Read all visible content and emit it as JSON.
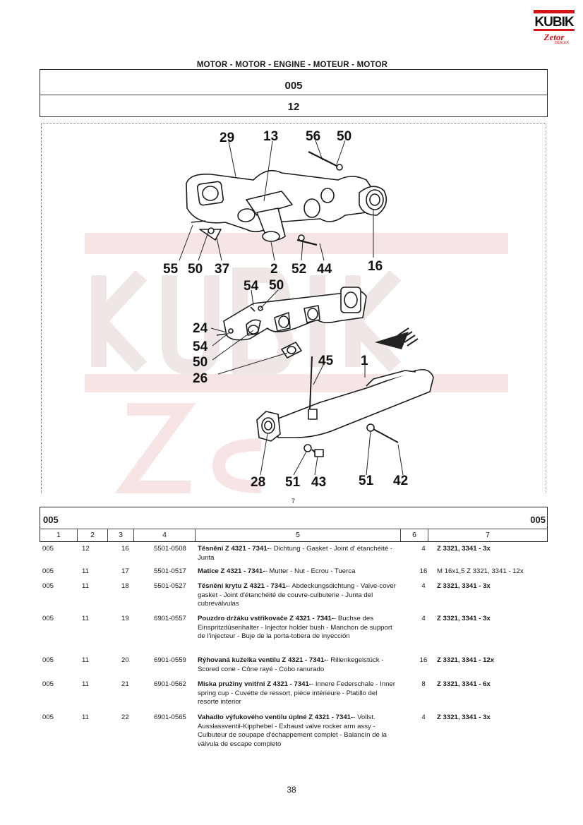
{
  "logo": {
    "brand": "KUBIK",
    "subbrand": "Zetor",
    "tagline": "DEALER"
  },
  "heading": "MOTOR - MOTOR - ENGINE - MOTEUR - MOTOR",
  "group_code": "005",
  "subgroup_code": "12",
  "figure_note": "7",
  "callouts": {
    "c29": "29",
    "c13": "13",
    "c56": "56",
    "c50a": "50",
    "c55": "55",
    "c50b": "50",
    "c37": "37",
    "c2": "2",
    "c52": "52",
    "c44": "44",
    "c16": "16",
    "c54a": "54",
    "c50c": "50",
    "c24": "24",
    "c54b": "54",
    "c50d": "50",
    "c26": "26",
    "c45": "45",
    "c1": "1",
    "c28": "28",
    "c51a": "51",
    "c43": "43",
    "c51b": "51",
    "c42": "42"
  },
  "table": {
    "group_left": "005",
    "group_right": "005",
    "columns": [
      "1",
      "2",
      "3",
      "4",
      "5",
      "6",
      "7"
    ],
    "rows": [
      {
        "c1": "005",
        "c2": "12",
        "c3": "16",
        "c4": "5501-0508",
        "name": "Těsnění Z 4321 - 7341-",
        "desc": "- Dichtung - Gasket - Joint d' étanchéité - Junta",
        "qty": "4",
        "note": "Z 3321, 3341 - 3x"
      },
      {
        "c1": "005",
        "c2": "11",
        "c3": "17",
        "c4": "5501-0517",
        "name": "Matice Z 4321 - 7341-",
        "desc": "- Mutter - Nut - Ecrou - Tuerca",
        "qty": "16",
        "note": "M 16x1,5  Z 3321, 3341 - 12x"
      },
      {
        "c1": "005",
        "c2": "11",
        "c3": "18",
        "c4": "5501-0527",
        "name": "Těsnění krytu Z 4321 - 7341-",
        "desc": "- Abdeckungsdichtung - Valve-cover gasket - Joint d'étanchéité de couvre-culbuterie - Junta del cubreválvulas",
        "qty": "4",
        "note": "Z 3321, 3341 - 3x"
      },
      {
        "c1": "005",
        "c2": "11",
        "c3": "19",
        "c4": "6901-0557",
        "name": "Pouzdro držáku vstřikovače Z 4321 - 7341-",
        "desc": "- Buchse des Einspritzdüsenhalter - Injector holder bush - Manchon de support de l'injecteur - Buje de la porta-tobera de inyección",
        "qty": "4",
        "note": "Z 3321, 3341 - 3x"
      },
      {
        "c1": "005",
        "c2": "11",
        "c3": "20",
        "c4": "6901-0559",
        "name": "Rýhovaná kuželka ventilu Z 4321 - 7341-",
        "desc": "- Rillenkegelstück - Scored cone - Cône rayé - Cobo ranurado",
        "qty": "16",
        "note": "Z 3321, 3341 - 12x"
      },
      {
        "c1": "005",
        "c2": "11",
        "c3": "21",
        "c4": "6901-0562",
        "name": "Miska pružiny vnitřní Z 4321 - 7341-",
        "desc": "- Innere Federschale - Inner spring cup - Cuvette de ressort, pièce intérieure - Platillo del resorte interior",
        "qty": "8",
        "note": "Z 3321, 3341 - 6x"
      },
      {
        "c1": "005",
        "c2": "11",
        "c3": "22",
        "c4": "6901-0565",
        "name": "Vahadlo výfukového ventilu úplné Z 4321 - 7341-",
        "desc": "- Vollst. Ausslassventil-Kipphebel - Exhaust valve rocker arm assy - Culbuteur de soupape d'échappement complet - Balancín de la válvula de escape completo",
        "qty": "4",
        "note": "Z 3321, 3341 - 3x"
      }
    ]
  },
  "page_number": "38",
  "colors": {
    "brand_red": "#d4161b",
    "watermark": "#f6e3e3"
  }
}
